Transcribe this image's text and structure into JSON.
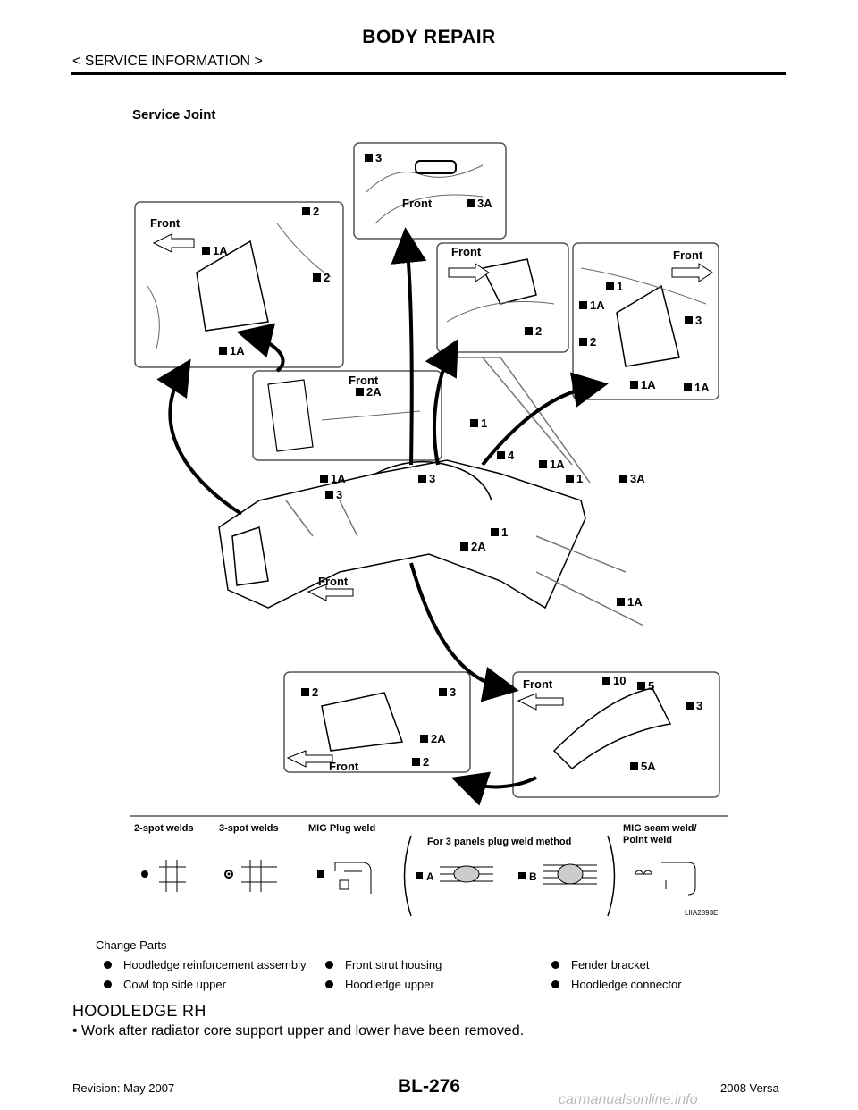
{
  "header": {
    "title": "BODY REPAIR",
    "subtitle": "< SERVICE INFORMATION >"
  },
  "figure": {
    "title": "Service Joint",
    "code": "LIIA2893E",
    "front_label": "Front",
    "callouts": {
      "c3": "3",
      "c3A": "3A",
      "c2": "2",
      "c1A": "1A",
      "c2A": "2A",
      "c1": "1",
      "c4": "4",
      "c10": "10",
      "c5": "5",
      "c5A": "5A"
    },
    "legend": {
      "two_spot": "2-spot welds",
      "three_spot": "3-spot welds",
      "mig_plug": "MIG Plug weld",
      "three_panels": "For 3 panels plug weld method",
      "mig_seam_l1": "MIG seam weld/",
      "mig_seam_l2": "Point weld",
      "a": "A",
      "b": "B"
    }
  },
  "change_parts": {
    "heading": "Change Parts",
    "items": [
      "Hoodledge reinforcement assembly",
      "Front strut housing",
      "Fender bracket",
      "Cowl top side upper",
      "Hoodledge upper",
      "Hoodledge connector"
    ]
  },
  "section": {
    "heading": "HOODLEDGE RH",
    "bullet": "•  Work after radiator core support upper and lower have been removed."
  },
  "footer": {
    "revision": "Revision: May 2007",
    "page": "BL-276",
    "model": "2008 Versa",
    "watermark": "carmanualsonline.info"
  }
}
